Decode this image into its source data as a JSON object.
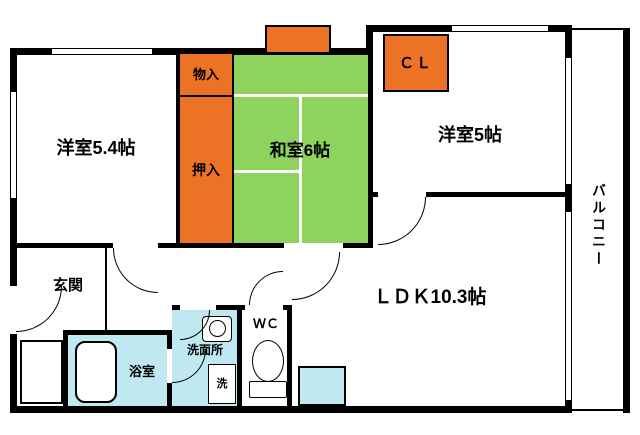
{
  "rooms": {
    "western_54": "洋室5.4帖",
    "japanese_6": "和室6帖",
    "western_5": "洋室5帖",
    "ldk": "ＬＤＫ10.3帖",
    "entrance": "玄関",
    "bathroom": "浴室",
    "washroom": "洗面所",
    "toilet": "ＷＣ",
    "balcony": "バルコニー"
  },
  "storage": {
    "mononyu": "物入",
    "oshiire": "押入",
    "closet": "ＣＬ"
  },
  "fixtures": {
    "washing_machine": "洗"
  },
  "colors": {
    "storage_orange": "#EC7325",
    "tatami_green": "#8FD35F",
    "water_blue": "#BFE8F1",
    "wall_black": "#000000"
  }
}
